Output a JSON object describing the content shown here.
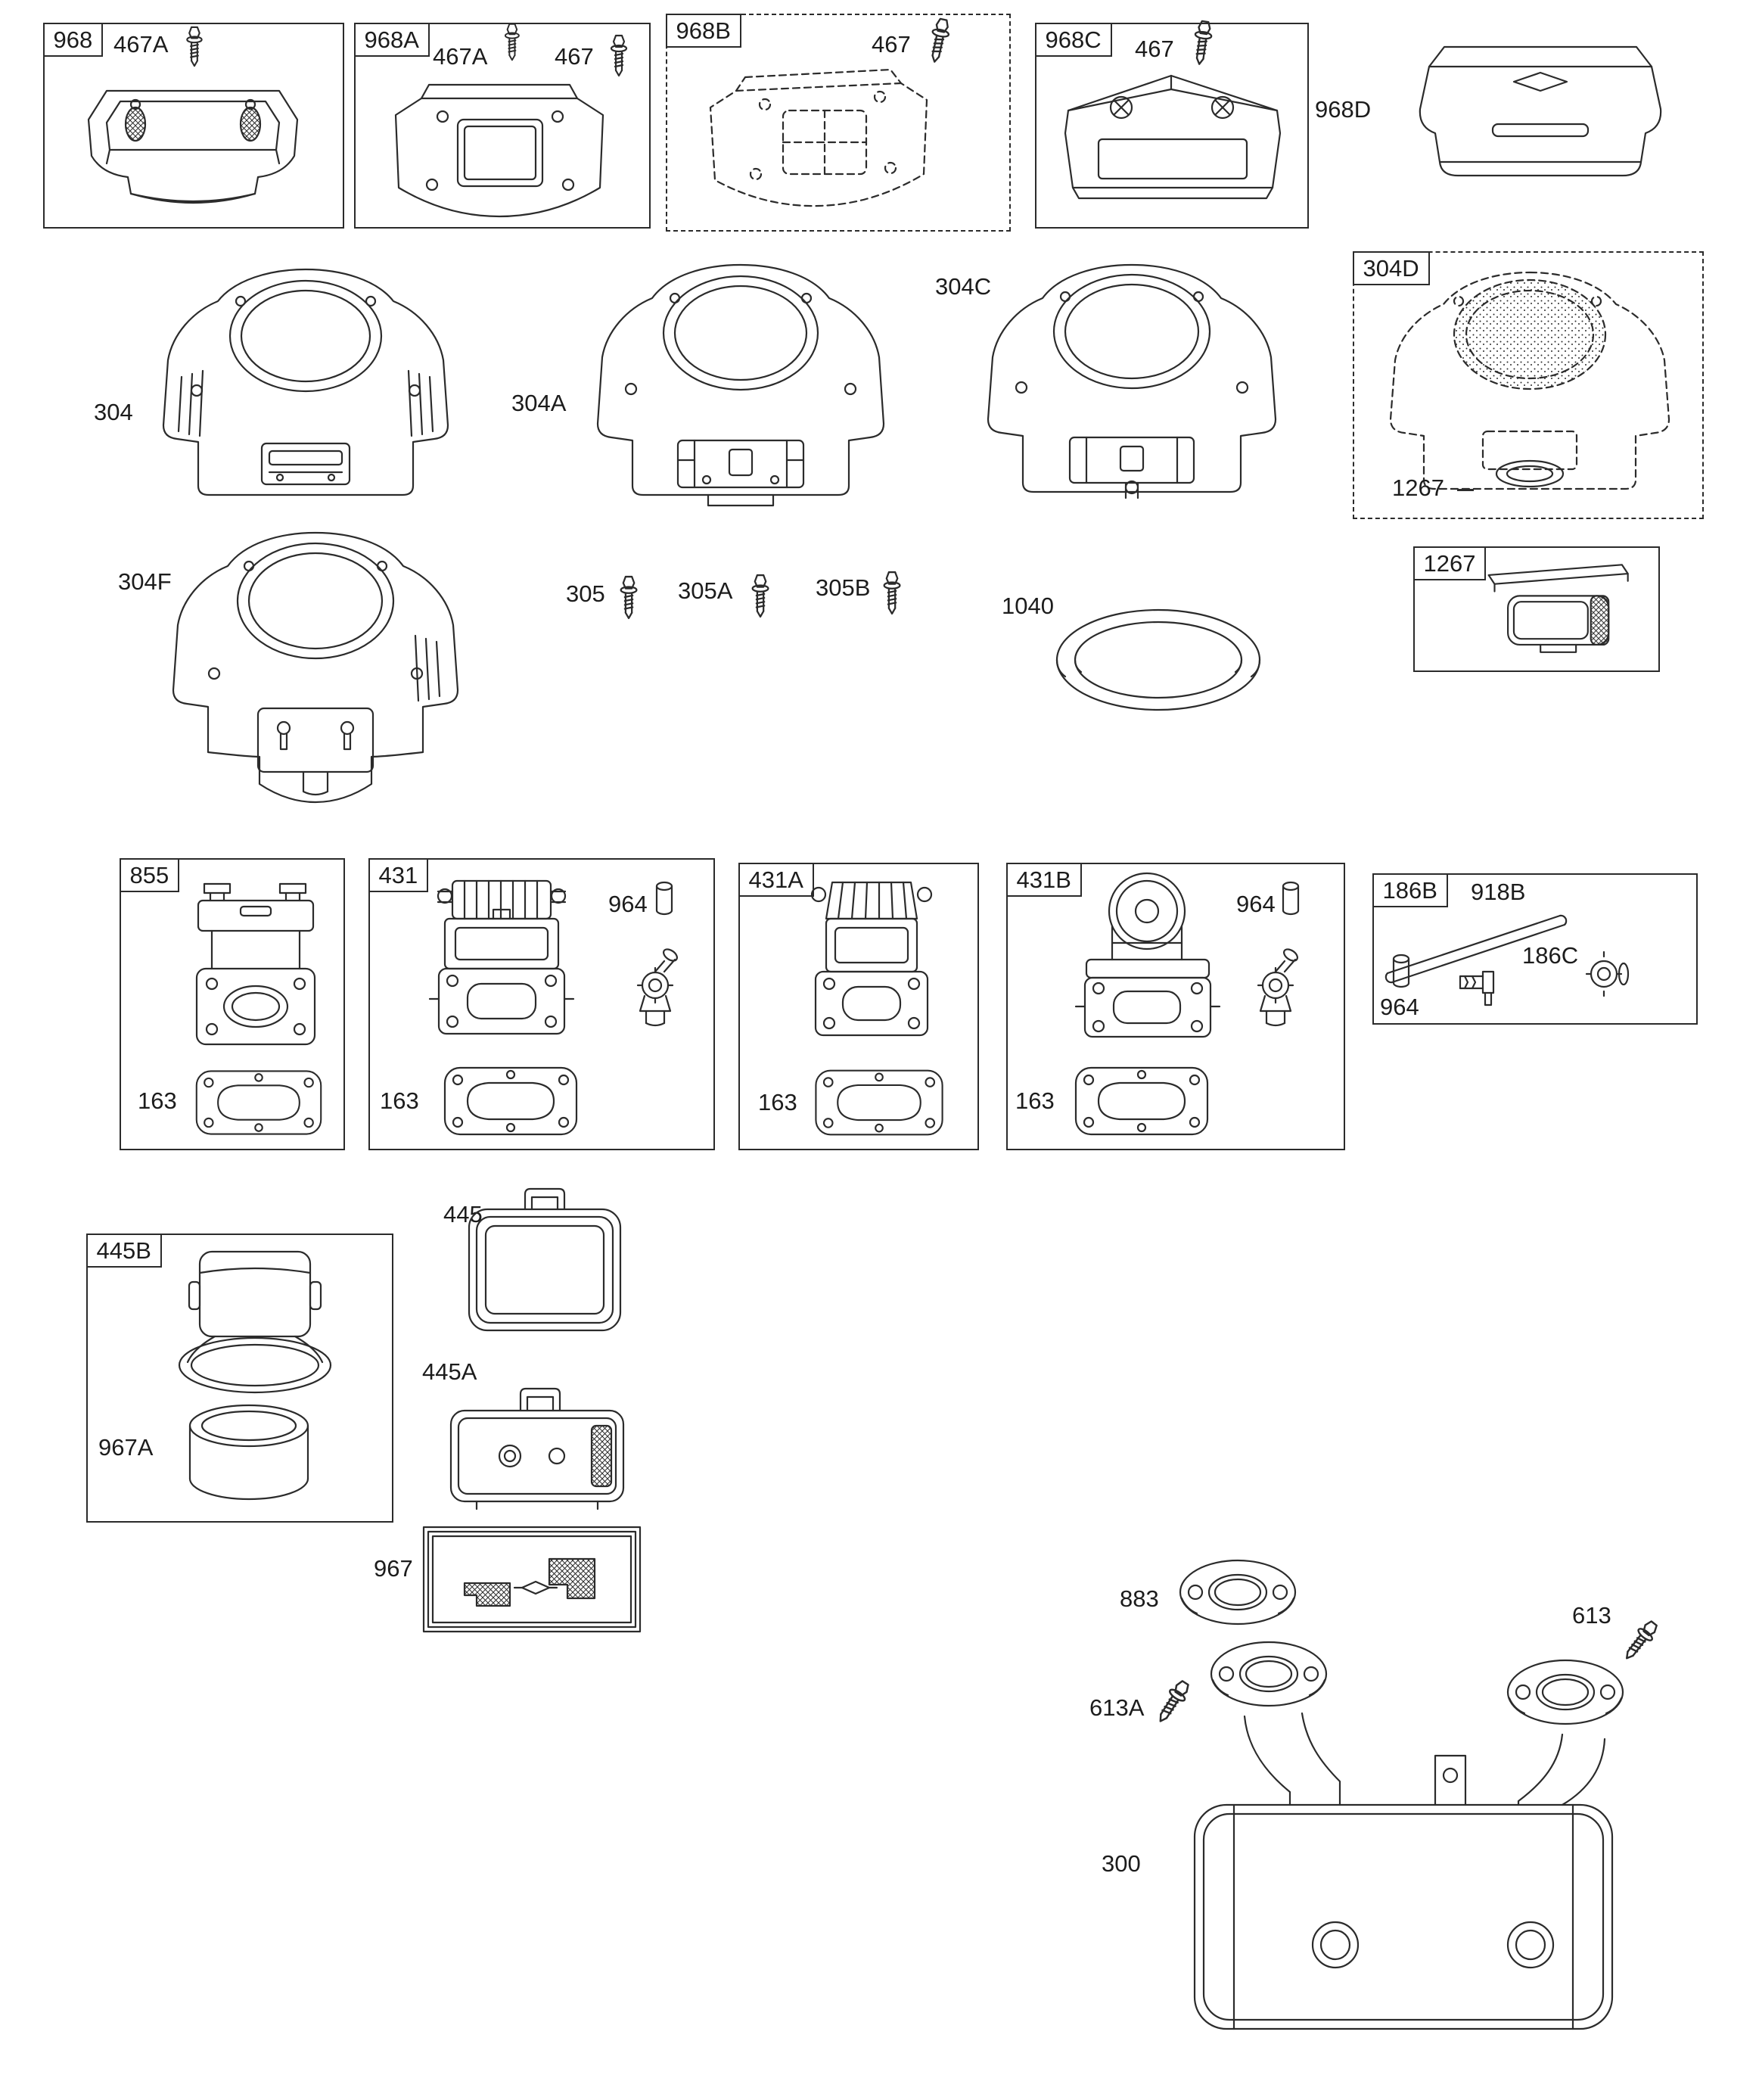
{
  "page": {
    "background": "#ffffff",
    "ink": "#2b2b2b",
    "kind": "exploded-parts-diagram"
  },
  "groups": {
    "g968": {
      "tag": "968",
      "callouts": {
        "c467A": "467A"
      }
    },
    "g968A": {
      "tag": "968A",
      "callouts": {
        "c467A": "467A",
        "c467": "467"
      }
    },
    "g968B": {
      "tag": "968B",
      "callouts": {
        "c467": "467"
      }
    },
    "g968C": {
      "tag": "968C",
      "callouts": {
        "c467": "467"
      }
    },
    "g304D": {
      "tag": "304D",
      "callouts": {
        "c1267": "1267"
      }
    },
    "g1267": {
      "tag": "1267",
      "callouts": {}
    },
    "g855": {
      "tag": "855",
      "callouts": {
        "c163": "163"
      }
    },
    "g431": {
      "tag": "431",
      "callouts": {
        "c964": "964",
        "c163": "163"
      }
    },
    "g431A": {
      "tag": "431A",
      "callouts": {
        "c163": "163"
      }
    },
    "g431B": {
      "tag": "431B",
      "callouts": {
        "c964": "964",
        "c163": "163"
      }
    },
    "g186B": {
      "tag": "186B",
      "callouts": {
        "c918B": "918B",
        "c186C": "186C",
        "c964": "964"
      }
    },
    "g445B": {
      "tag": "445B",
      "callouts": {
        "c967A": "967A"
      }
    }
  },
  "callouts": {
    "c968D": "968D",
    "c304": "304",
    "c304A": "304A",
    "c304C": "304C",
    "c304F": "304F",
    "c305": "305",
    "c305A": "305A",
    "c305B": "305B",
    "c1040": "1040",
    "c445": "445",
    "c445A": "445A",
    "c967": "967",
    "c883": "883",
    "c613": "613",
    "c613A": "613A",
    "c300": "300"
  }
}
